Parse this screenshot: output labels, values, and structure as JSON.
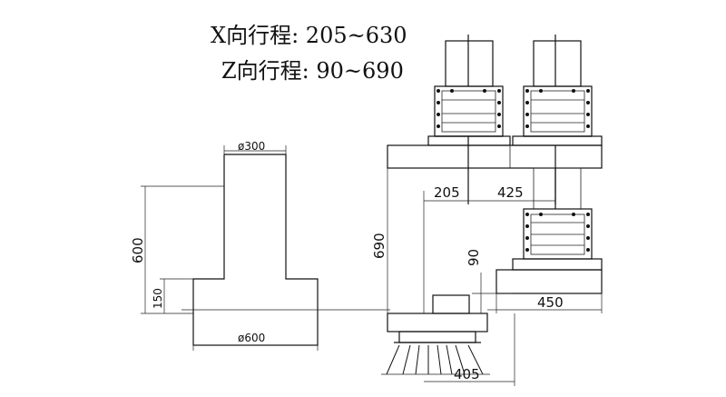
{
  "header": {
    "x_travel": "X向行程: 205~630",
    "z_travel": "Z向行程: 90~690"
  },
  "dimensions": {
    "d300": "ø300",
    "d600": "ø600",
    "h600": "600",
    "h150": "150",
    "h690": "690",
    "h90": "90",
    "w205": "205",
    "w425": "425",
    "w450": "450",
    "w405": "405"
  }
}
